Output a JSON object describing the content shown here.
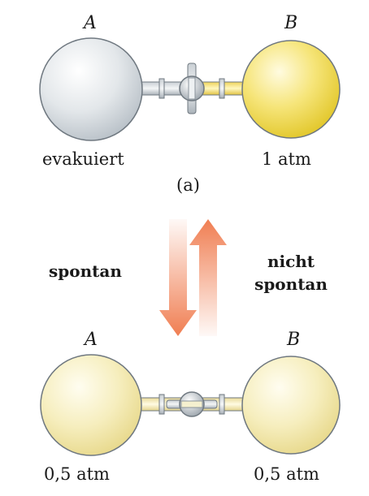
{
  "top": {
    "label_a": "A",
    "label_b": "B",
    "caption_a": "evakuiert",
    "caption_b": "1 atm",
    "panel_label": "(a)"
  },
  "middle": {
    "left_text": "spontan",
    "right_text_line1": "nicht",
    "right_text_line2": "spontan"
  },
  "bottom": {
    "label_a": "A",
    "label_b": "B",
    "caption_a": "0,5 atm",
    "caption_b": "0,5 atm"
  },
  "colors": {
    "evacuated_bulb": "#d8dde2",
    "gas_bulb": "#f0dc50",
    "half_gas_bulb": "#f1e7a6",
    "arrow": "#f07e52"
  }
}
